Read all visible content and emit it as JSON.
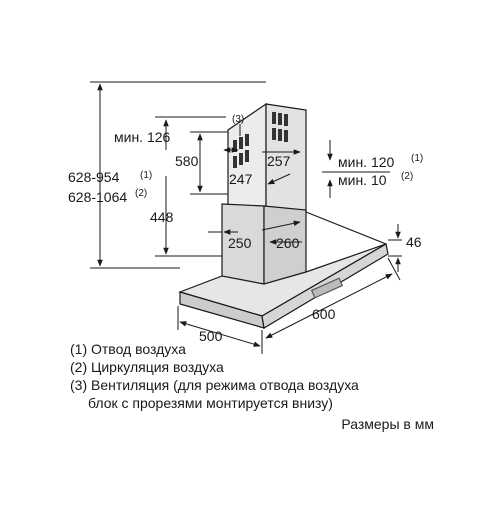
{
  "dims": {
    "min_126": "мин. 126",
    "d628_954": "628-954",
    "d628_954_ref": "(1)",
    "d628_1064": "628-1064",
    "d628_1064_ref": "(2)",
    "d580": "580",
    "d448": "448",
    "d247": "247",
    "d257": "257",
    "d250": "250",
    "d260": "260",
    "d500": "500",
    "d600": "600",
    "d46": "46",
    "min_120": "мин. 120",
    "min_120_ref": "(1)",
    "min_10": "мин. 10",
    "min_10_ref": "(2)",
    "callout_3": "(3)"
  },
  "legend": {
    "line1": "(1) Отвод воздуха",
    "line2": "(2) Циркуляция воздуха",
    "line3": "(3) Вентиляция (для режима отвода воздуха",
    "line4": "блок с прорезями монтируется внизу)"
  },
  "units_note": "Размеры в мм"
}
